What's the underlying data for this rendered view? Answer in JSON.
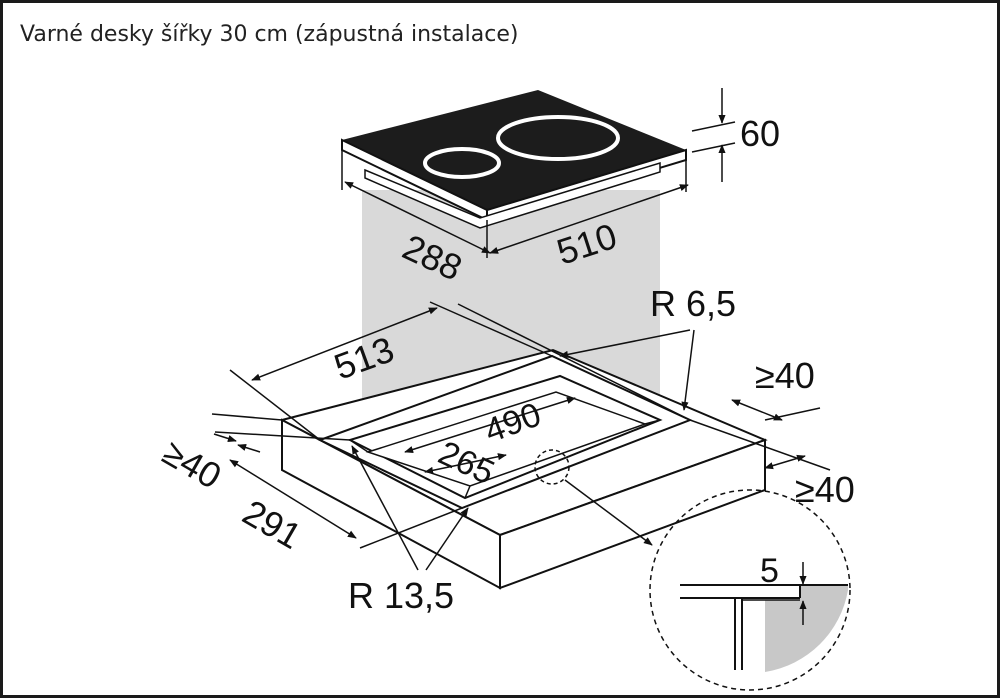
{
  "title": "Varné desky šířky 30 cm (zápustná instalace)",
  "dimensions": {
    "hob_height": "60",
    "hob_depth": "288",
    "hob_width": "510",
    "cutout_outer_width": "513",
    "cutout_outer_depth": "291",
    "cutout_inner_width": "490",
    "cutout_inner_depth": "265",
    "corner_radius_small": "R 6,5",
    "corner_radius_large": "R 13,5",
    "clearance_left": "≥40",
    "clearance_right_top": "≥40",
    "clearance_right_bottom": "≥40",
    "detail_depth": "5"
  },
  "colors": {
    "hob_glass": "#1c1c1c",
    "projection": "#d9d9d9",
    "detail_fill": "#c8c8c8",
    "line": "#111111"
  }
}
